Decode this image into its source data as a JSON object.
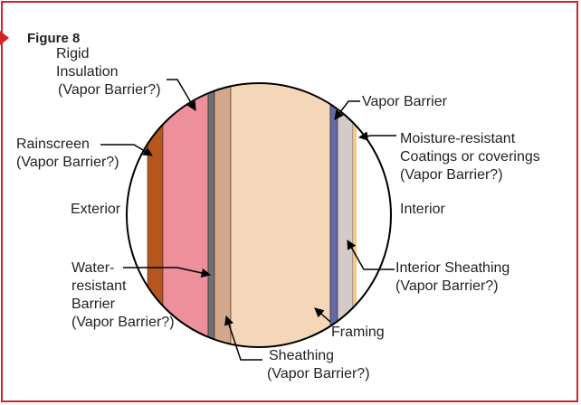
{
  "figure_title": "Figure 8",
  "colors": {
    "border": "#d2232a",
    "rainscreen": "#b5561f",
    "rigid_insulation": "#ee8f9c",
    "water_resistant_barrier": "#6f6f6f",
    "sheathing": "#d2a88d",
    "framing": "#f4d7b8",
    "vapor_barrier": "#6767aa",
    "interior_sheathing": "#d4cbc9",
    "coating": "#f6c77f"
  },
  "labels": {
    "rigid_insulation": [
      "Rigid",
      "Insulation",
      "(Vapor Barrier?)"
    ],
    "rainscreen": [
      "Rainscreen",
      "(Vapor Barrier?)"
    ],
    "exterior": "Exterior",
    "water_resistant_barrier": [
      "Water-",
      "resistant",
      "Barrier",
      "(Vapor Barrier?)"
    ],
    "sheathing": [
      "Sheathing",
      "(Vapor Barrier?)"
    ],
    "framing": "Framing",
    "vapor_barrier": "Vapor Barrier",
    "moisture_resistant": [
      "Moisture-resistant",
      "Coatings or coverings",
      "(Vapor Barrier?)"
    ],
    "interior": "Interior",
    "interior_sheathing": [
      "Interior Sheathing",
      "(Vapor Barrier?)"
    ]
  }
}
